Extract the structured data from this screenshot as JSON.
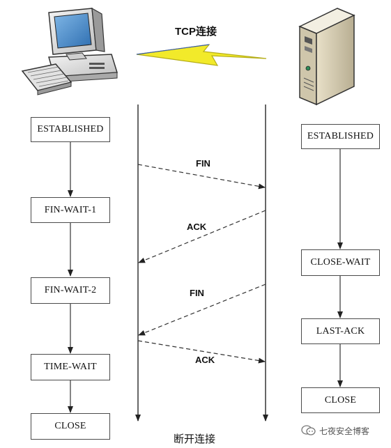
{
  "header": {
    "connection_label": "TCP连接"
  },
  "client": {
    "icon": "desktop-computer-icon",
    "states": [
      "ESTABLISHED",
      "FIN-WAIT-1",
      "FIN-WAIT-2",
      "TIME-WAIT",
      "CLOSE"
    ]
  },
  "server": {
    "icon": "server-tower-icon",
    "states": [
      "ESTABLISHED",
      "CLOSE-WAIT",
      "LAST-ACK",
      "CLOSE"
    ]
  },
  "messages": [
    "FIN",
    "ACK",
    "FIN",
    "ACK"
  ],
  "footer": {
    "caption": "断开连接"
  },
  "watermark": {
    "text": "七夜安全博客",
    "icon": "wechat-bubble-icon"
  },
  "colors": {
    "lightning": "#f2ea2a",
    "lightning_outline": "#b5ad18",
    "line": "#333333"
  }
}
